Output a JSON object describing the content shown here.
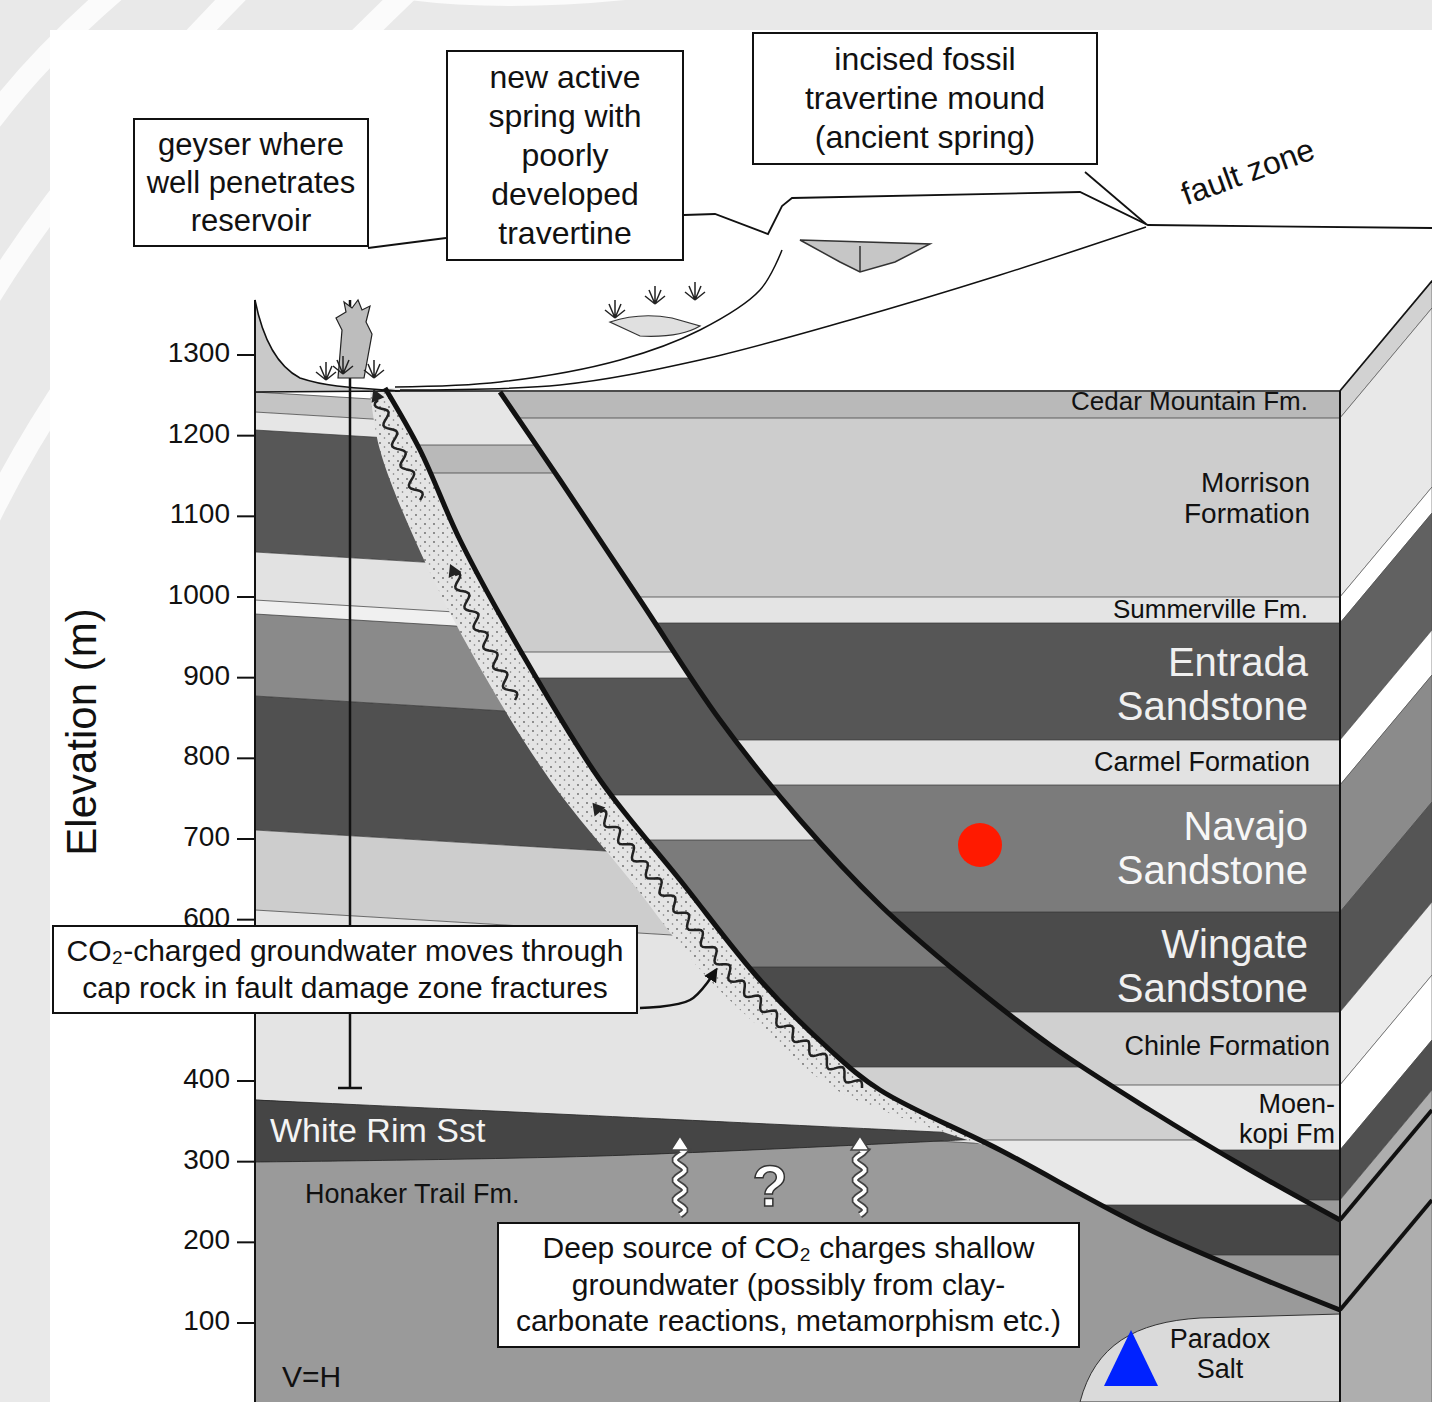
{
  "diagram": {
    "nodes": [
      {
        "text": [
          "geyser where well penetrates reservoir"
        ]
      },
      {
        "text": [
          "new active spring with poorly developed travertine"
        ]
      },
      {
        "text": [
          "incised fossil travertine mound (ancient spring)"
        ]
      },
      {
        "text": [
          "CO₂-charged groundwater moves through cap rock in fault damage zone fractures"
        ]
      },
      {
        "text": [
          "Deep source of CO₂ charges shallow groundwater (possibly from clay-carbonate reactions, metamorphism etc.)"
        ]
      }
    ],
    "labels": [
      "1300",
      "1200",
      "1100",
      "1000",
      "900",
      "800",
      "700",
      "600",
      "400",
      "300",
      "200",
      "100",
      "Elevation (m)",
      "V=H",
      "fault zone",
      "Cedar Mountain Fm.",
      "Morrison Formation",
      "Summerville Fm.",
      "Entrada Sandstone",
      "Carmel Formation",
      "Navajo Sandstone",
      "Wingate Sandstone",
      "Chinle Formation",
      "Moen- kopi Fm",
      "White Rim Sst",
      "Honaker Trail Fm.",
      "?",
      "Paradox Salt"
    ]
  }
}
